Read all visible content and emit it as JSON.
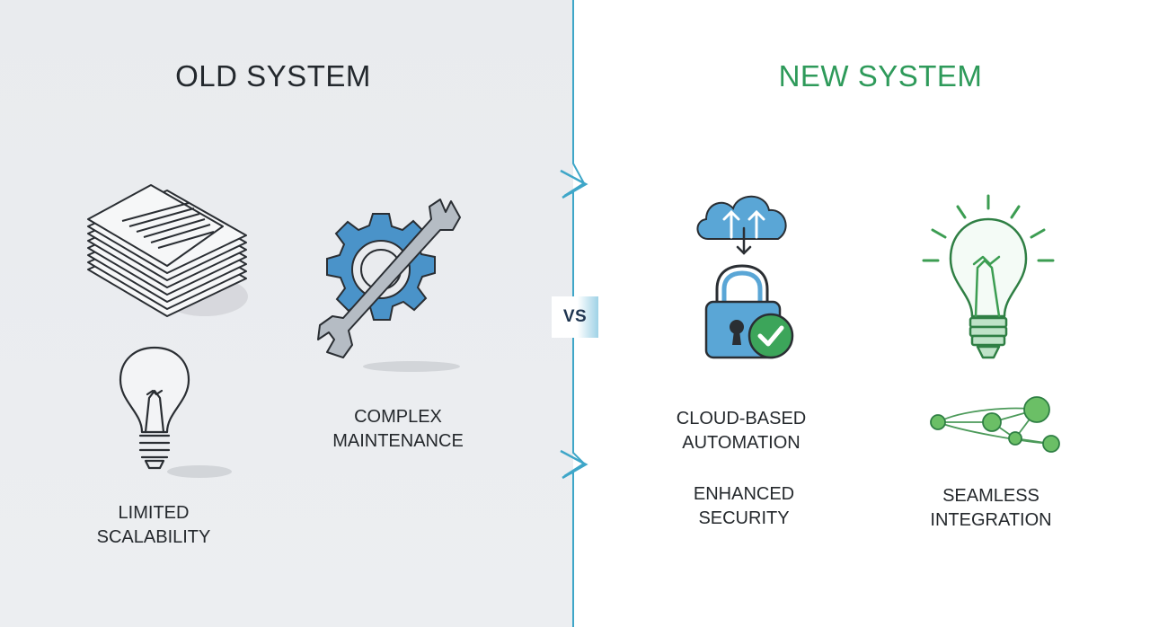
{
  "old_system": {
    "title": "OLD SYSTEM",
    "items": [
      {
        "icon": "paper-stack-icon"
      },
      {
        "icon": "gear-wrench-icon",
        "label_lines": [
          "COMPLEX",
          "MAINTENANCE"
        ]
      },
      {
        "icon": "lightbulb-icon",
        "label_lines": [
          "LIMITED",
          "SCALABILITY"
        ]
      }
    ]
  },
  "new_system": {
    "title": "NEW SYSTEM",
    "items": [
      {
        "icon": "cloud-sync-icon"
      },
      {
        "icon": "padlock-check-icon",
        "label_lines": [
          "CLOUD-BASED",
          "AUTOMATION"
        ]
      },
      {
        "icon": "lightbulb-icon"
      },
      {
        "icon": "network-nodes-icon"
      }
    ],
    "extra_labels": [
      {
        "lines": [
          "ENHANCED",
          "SECURITY"
        ]
      },
      {
        "lines": [
          "SEAMLESS",
          "INTEGRATION"
        ]
      }
    ]
  },
  "vs_label": "VS",
  "colors": {
    "old_heading": "#23282d",
    "new_heading": "#2e9a5a",
    "accent_blue": "#4a93c9",
    "accent_green": "#3c9d52",
    "old_background": "#e9ebee",
    "divider": "#3ea6c8"
  }
}
